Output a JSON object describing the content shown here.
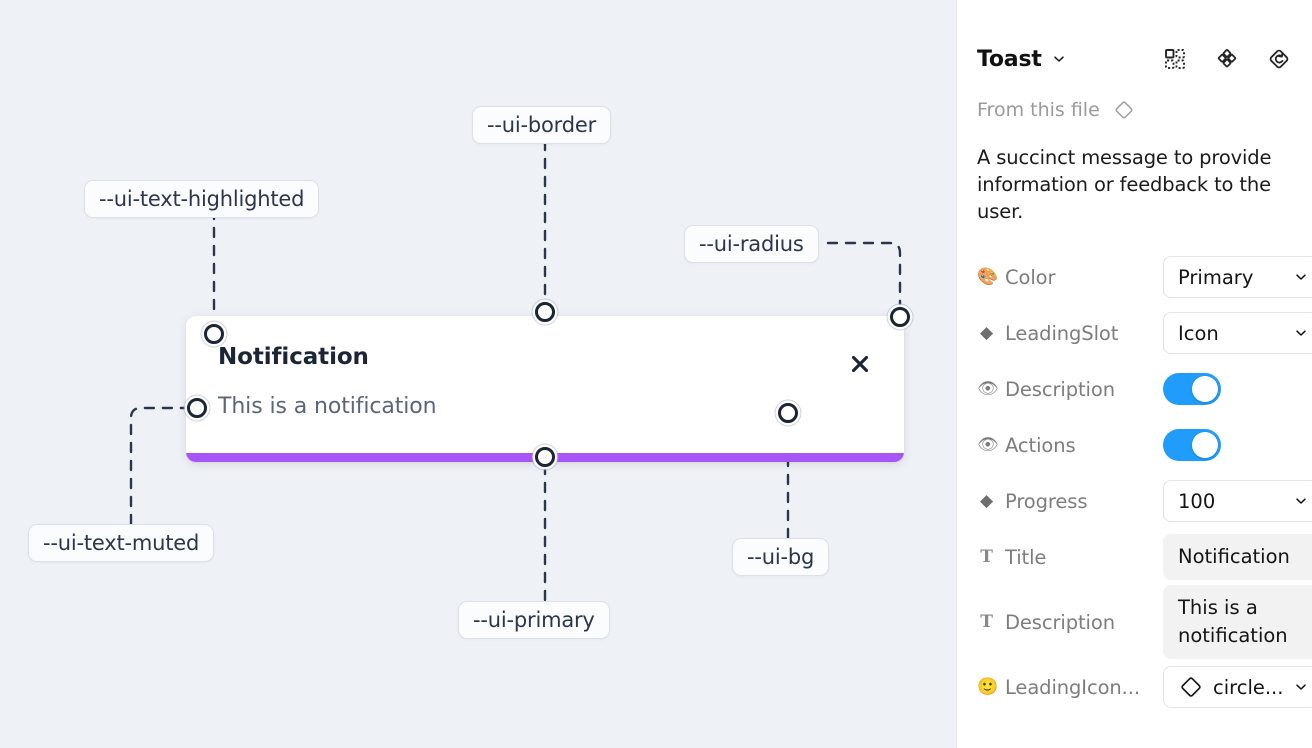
{
  "canvas": {
    "background_color": "#eef1f6",
    "toast": {
      "title": "Notification",
      "description": "This is a notification",
      "close_icon": "close-icon",
      "progress_color": "#a855f7",
      "background_color": "#ffffff"
    },
    "tokens": [
      {
        "id": "text-highlighted",
        "label": "--ui-text-highlighted"
      },
      {
        "id": "border",
        "label": "--ui-border"
      },
      {
        "id": "radius",
        "label": "--ui-radius"
      },
      {
        "id": "text-muted",
        "label": "--ui-text-muted"
      },
      {
        "id": "primary",
        "label": "--ui-primary"
      },
      {
        "id": "bg",
        "label": "--ui-bg"
      }
    ]
  },
  "panel": {
    "title": "Toast",
    "title_caret_icon": "chevron-down-icon",
    "header_icons": [
      {
        "name": "component-set-icon"
      },
      {
        "name": "component-icon"
      },
      {
        "name": "reset-instance-icon"
      }
    ],
    "from_file": {
      "label": "From this file",
      "icon": "diamond-icon"
    },
    "description": "A succinct message to provide information or feedback to the user.",
    "properties": [
      {
        "id": "color",
        "icon": "palette-emoji",
        "icon_glyph": "🎨",
        "label": "Color",
        "control": "select",
        "value": "Primary"
      },
      {
        "id": "leading-slot",
        "icon": "diamond-icon",
        "icon_glyph": "◆",
        "label": "LeadingSlot",
        "control": "select",
        "value": "Icon"
      },
      {
        "id": "description",
        "icon": "eye-emoji",
        "icon_glyph": "👁",
        "label": "Description",
        "control": "toggle",
        "value": "on"
      },
      {
        "id": "actions",
        "icon": "eye-emoji",
        "icon_glyph": "👁",
        "label": "Actions",
        "control": "toggle",
        "value": "on"
      },
      {
        "id": "progress",
        "icon": "diamond-icon",
        "icon_glyph": "◆",
        "label": "Progress",
        "control": "select",
        "value": "100"
      },
      {
        "id": "title",
        "icon": "text-icon",
        "icon_glyph": "T",
        "label": "Title",
        "control": "field",
        "value": "Notification"
      },
      {
        "id": "desc-text",
        "icon": "text-icon",
        "icon_glyph": "T",
        "label": "Description",
        "control": "field",
        "value": "This is a notification"
      },
      {
        "id": "leading-icon",
        "icon": "smiley-emoji",
        "icon_glyph": "🙂",
        "label": "LeadingIcon...",
        "control": "icon-select",
        "value": "circle..."
      }
    ],
    "toggle_on_color": "#1f9cfc"
  }
}
